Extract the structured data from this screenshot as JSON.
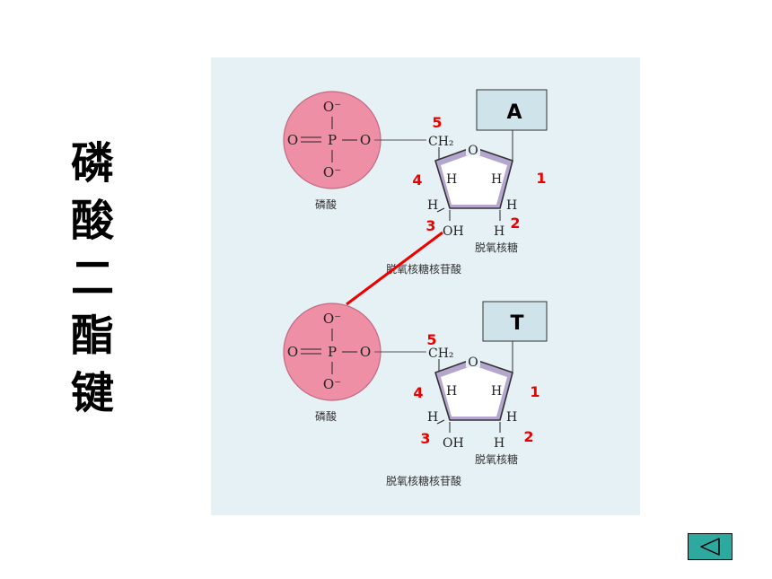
{
  "side_title": [
    "磷",
    "酸",
    "二",
    "酯",
    "键"
  ],
  "phosphate": {
    "atoms": {
      "o_top": "O⁻",
      "o_left": "O",
      "p": "P",
      "o_right": "O",
      "o_bottom": "O⁻"
    },
    "label": "磷酸"
  },
  "sugar": {
    "ch2": "CH₂",
    "ring_o": "O",
    "h": "H",
    "oh": "OH",
    "label": "脱氧核糖"
  },
  "nucleotide_label": "脱氧核糖核苷酸",
  "top_unit": {
    "base": "A",
    "numbers": [
      "5",
      "4",
      "3",
      "1",
      "2"
    ]
  },
  "bottom_unit": {
    "base": "T",
    "numbers": [
      "5",
      "4",
      "3",
      "1",
      "2"
    ]
  },
  "colors": {
    "phosphate_fill": "#ef8fa6",
    "ring_fill": "#b5a6d0",
    "number_red": "#ee0000",
    "base_box": "#cfe3ea",
    "panel_bg": "#e6f1f5",
    "nav_fill": "#2ea9a0"
  },
  "nav": {
    "icon": "triangle-left-icon"
  }
}
